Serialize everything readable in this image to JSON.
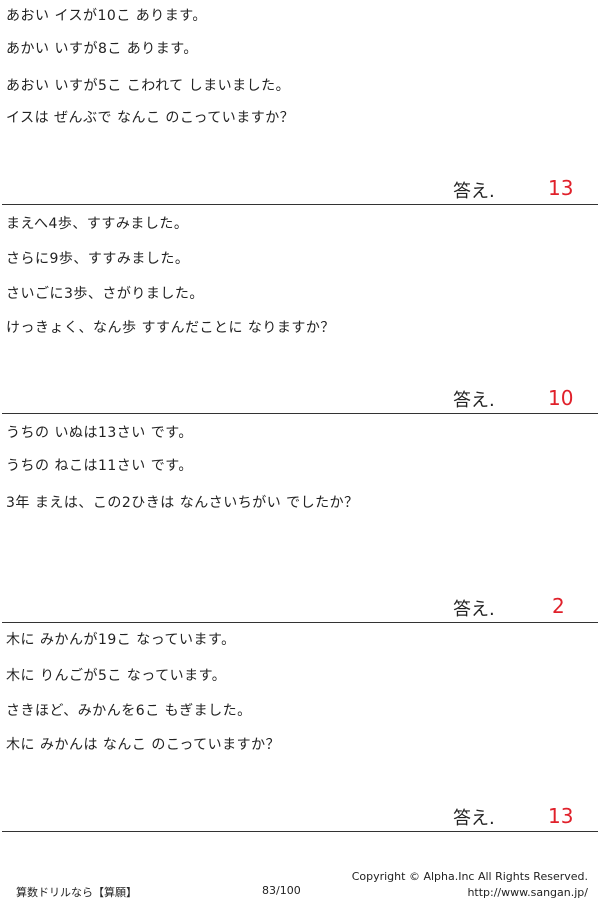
{
  "problems": [
    {
      "lines": [
        "あおい イスが10こ あります。",
        "あかい いすが8こ あります。",
        "あおい いすが5こ こわれて しまいました。",
        "イスは ぜんぶで なんこ のこっていますか？"
      ],
      "answer_label": "答え.",
      "answer": "13"
    },
    {
      "lines": [
        "まえへ4歩、すすみました。",
        "さらに9歩、すすみました。",
        "さいごに3歩、さがりました。",
        "けっきょく、なん歩 すすんだことに なりますか？"
      ],
      "answer_label": "答え.",
      "answer": "10"
    },
    {
      "lines": [
        "うちの いぬは13さい です。",
        "うちの ねこは11さい です。",
        "3年 まえは、この2ひきは なんさいちがい でしたか？"
      ],
      "answer_label": "答え.",
      "answer": "2"
    },
    {
      "lines": [
        "木に みかんが19こ なっています。",
        "木に りんごが5こ なっています。",
        "さきほど、みかんを6こ もぎました。",
        "木に みかんは なんこ のこっていますか？"
      ],
      "answer_label": "答え.",
      "answer": "13"
    }
  ],
  "footer": {
    "left": "算数ドリルなら【算願】",
    "page": "83/100",
    "copyright": "Copyright ©  Alpha.Inc All Rights Reserved.",
    "url": "http://www.sangan.jp/"
  },
  "colors": {
    "answer": "#e0202a",
    "text": "#222222",
    "rule": "#333333"
  }
}
